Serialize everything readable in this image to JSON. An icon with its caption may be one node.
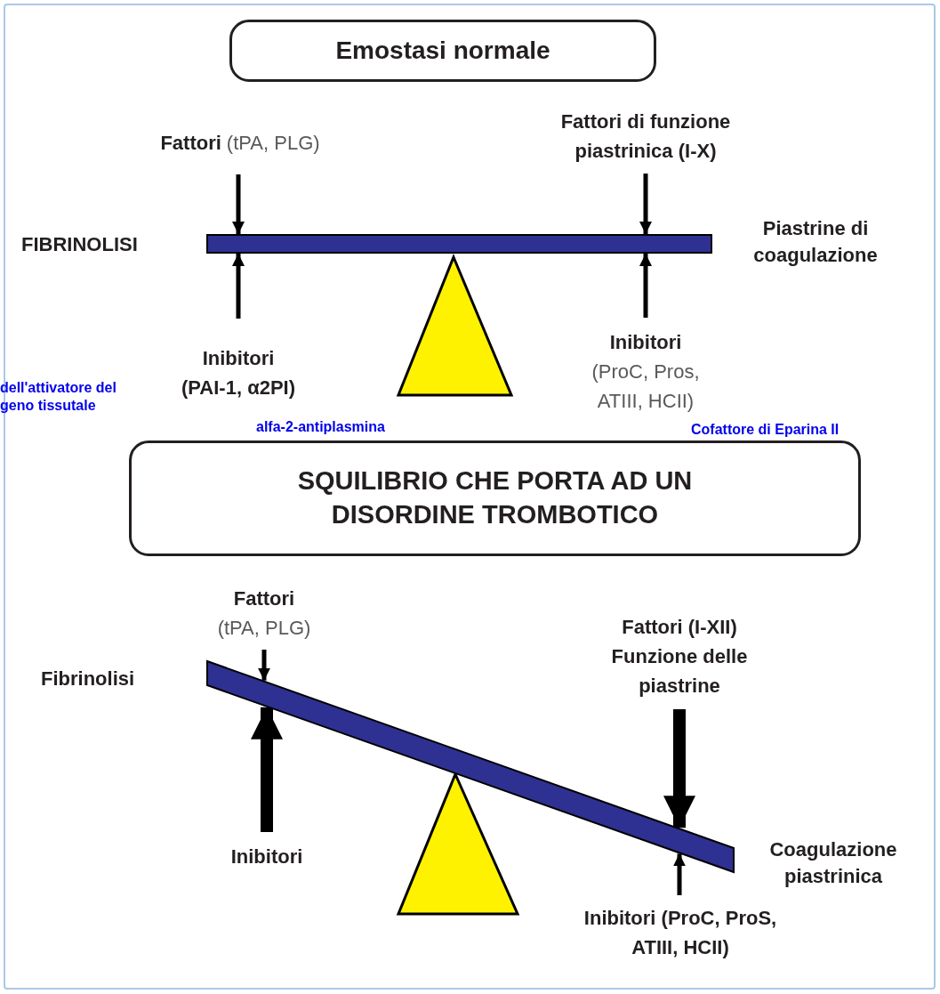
{
  "diagram": {
    "nodes": [
      {
        "text": [
          "Emostasi normale"
        ]
      },
      {
        "text": [
          "Fattori",
          "(tPA, PLG)"
        ]
      },
      {
        "text": [
          "Fattori di funzione piastrinica (I-X)"
        ]
      },
      {
        "text": [],
        "shape": "bar"
      },
      {
        "text": [
          "Inibitori",
          "(PAI-1, α2PI)"
        ]
      },
      {
        "text": [
          "Inibitori",
          "(ProC, Pros, ATIII, HCII)"
        ]
      },
      {
        "text": [
          "SQUILIBRIO CHE PORTA AD UN DISORDINE TROMBOTICO"
        ]
      },
      {
        "text": [
          "Fattori",
          "(tPA, PLG)"
        ]
      },
      {
        "text": [
          "Fattori (I-XII)",
          "Funzione delle piastrine"
        ]
      },
      {
        "text": [],
        "shape": "bar"
      },
      {
        "text": [
          "Inibitori"
        ]
      },
      {
        "text": [
          "Inibitori (ProC, ProS, ATIII, HCII)"
        ]
      },
      {
        "text": [],
        "shape": "triangle"
      },
      {
        "text": [],
        "shape": "triangle"
      }
    ],
    "edges": [
      {
        "from": 1,
        "to": 3,
        "arrow": "to"
      },
      {
        "from": 2,
        "to": 3,
        "arrow": "to"
      },
      {
        "from": 4,
        "to": 3,
        "arrow": "to"
      },
      {
        "from": 5,
        "to": 3,
        "arrow": "to"
      },
      {
        "from": 7,
        "to": 9,
        "arrow": "to"
      },
      {
        "from": 8,
        "to": 9,
        "arrow": "to",
        "style": "thick"
      },
      {
        "from": 10,
        "to": 9,
        "arrow": "to",
        "style": "thick"
      },
      {
        "from": 11,
        "to": 9,
        "arrow": "to"
      }
    ],
    "labels": [
      "FIBRINOLISI",
      "Piastrine di coagulazione",
      "dell'attivatore del geno tissutale",
      "alfa-2-antiplasmina",
      "Cofattore di Eparina II",
      "Fibrinolisi",
      "Coagulazione piastrinica"
    ]
  }
}
